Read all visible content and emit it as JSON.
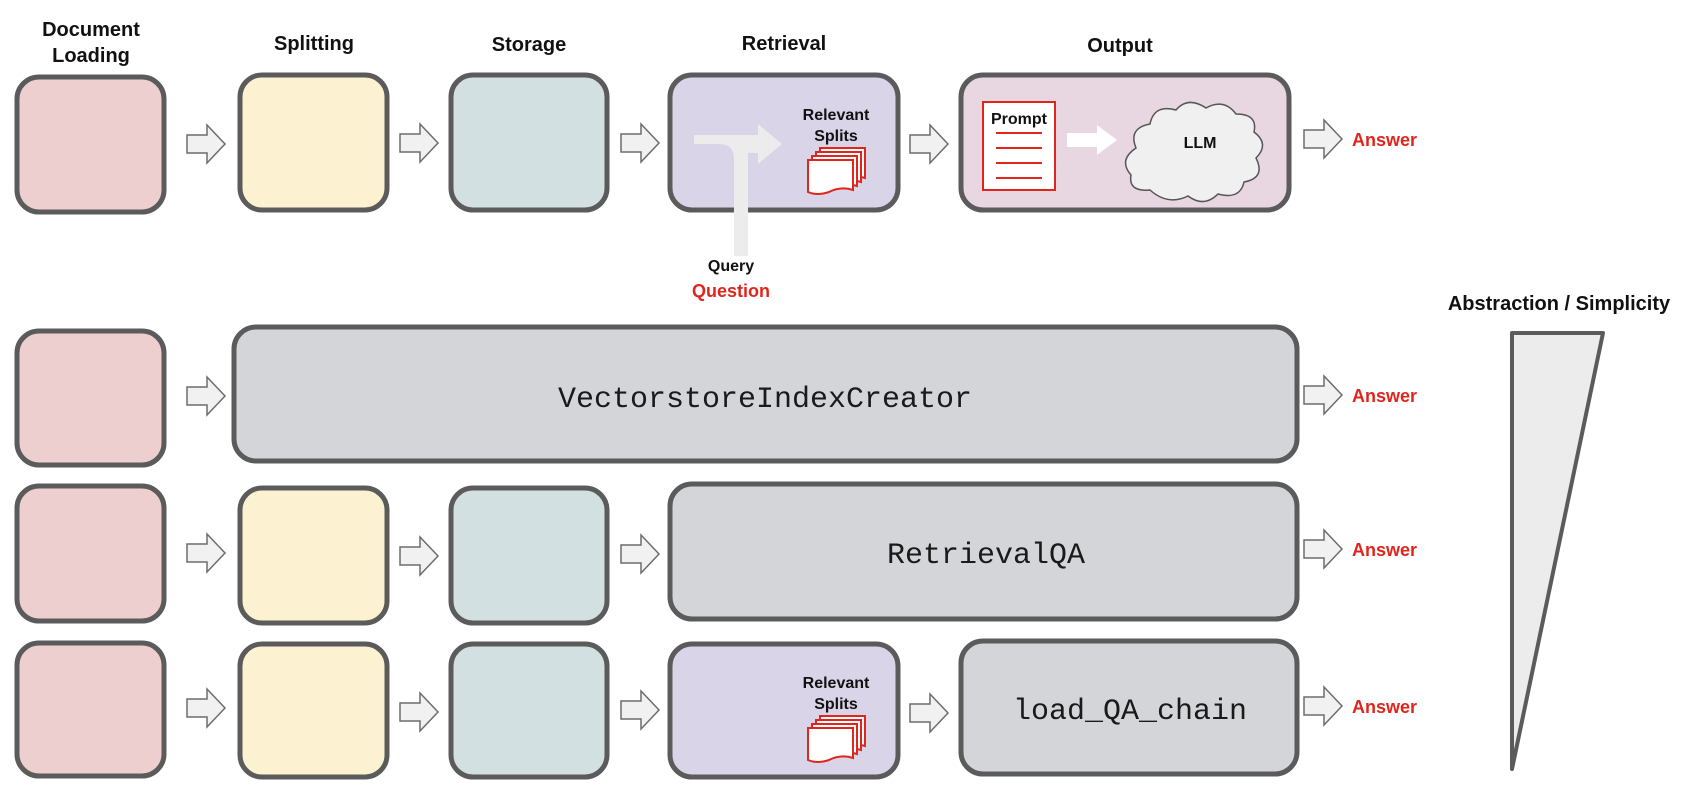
{
  "headers": {
    "loading_line1": "Document",
    "loading_line2": "Loading",
    "splitting": "Splitting",
    "storage": "Storage",
    "retrieval": "Retrieval",
    "output": "Output"
  },
  "retrieval": {
    "relevant_line1": "Relevant",
    "relevant_line2": "Splits",
    "query": "Query",
    "question": "Question"
  },
  "output": {
    "prompt": "Prompt",
    "llm": "LLM"
  },
  "rows": {
    "answer": "Answer",
    "vectorstore": "VectorstoreIndexCreator",
    "retrievalqa": "RetrievalQA",
    "load_qa_chain": "load_QA_chain"
  },
  "abstraction": {
    "title": "Abstraction / Simplicity"
  },
  "colors": {
    "loading": "#eecfd0",
    "splitting": "#fcf1d1",
    "storage": "#d3e0e1",
    "retrieval": "#d9d4e7",
    "output": "#e8d7e0",
    "chain": "#d3d5d9",
    "accent": "#e0261c"
  }
}
